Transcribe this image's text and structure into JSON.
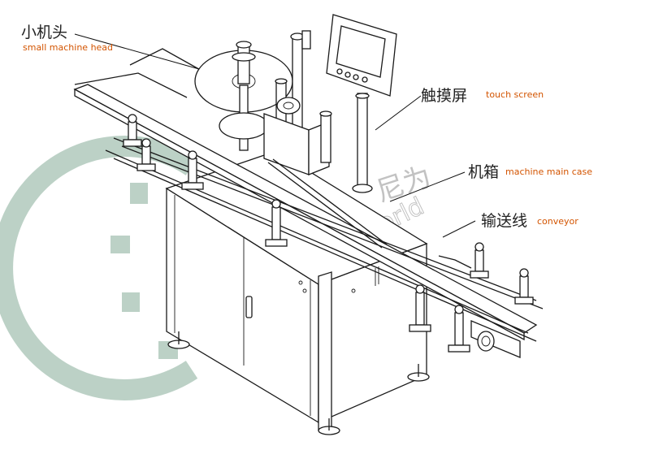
{
  "labels": {
    "machine_head": {
      "cn": "小机头",
      "en": "small  machine head"
    },
    "touch_screen": {
      "cn": "触摸屏",
      "en": "touch screen"
    },
    "main_case": {
      "cn": "机箱",
      "en": "machine main case"
    },
    "conveyor": {
      "cn": "输送线",
      "en": "conveyor"
    }
  },
  "watermark": {
    "cn": "尼为",
    "en": "LeadWorld"
  },
  "colors": {
    "label_en": "#d35400",
    "line": "#1a1a1a",
    "watermark_gear": "#8fb3a0",
    "watermark_ray1": "#e8903a",
    "watermark_ray2": "#e05a5a",
    "watermark_text": "#9a9a9a"
  }
}
